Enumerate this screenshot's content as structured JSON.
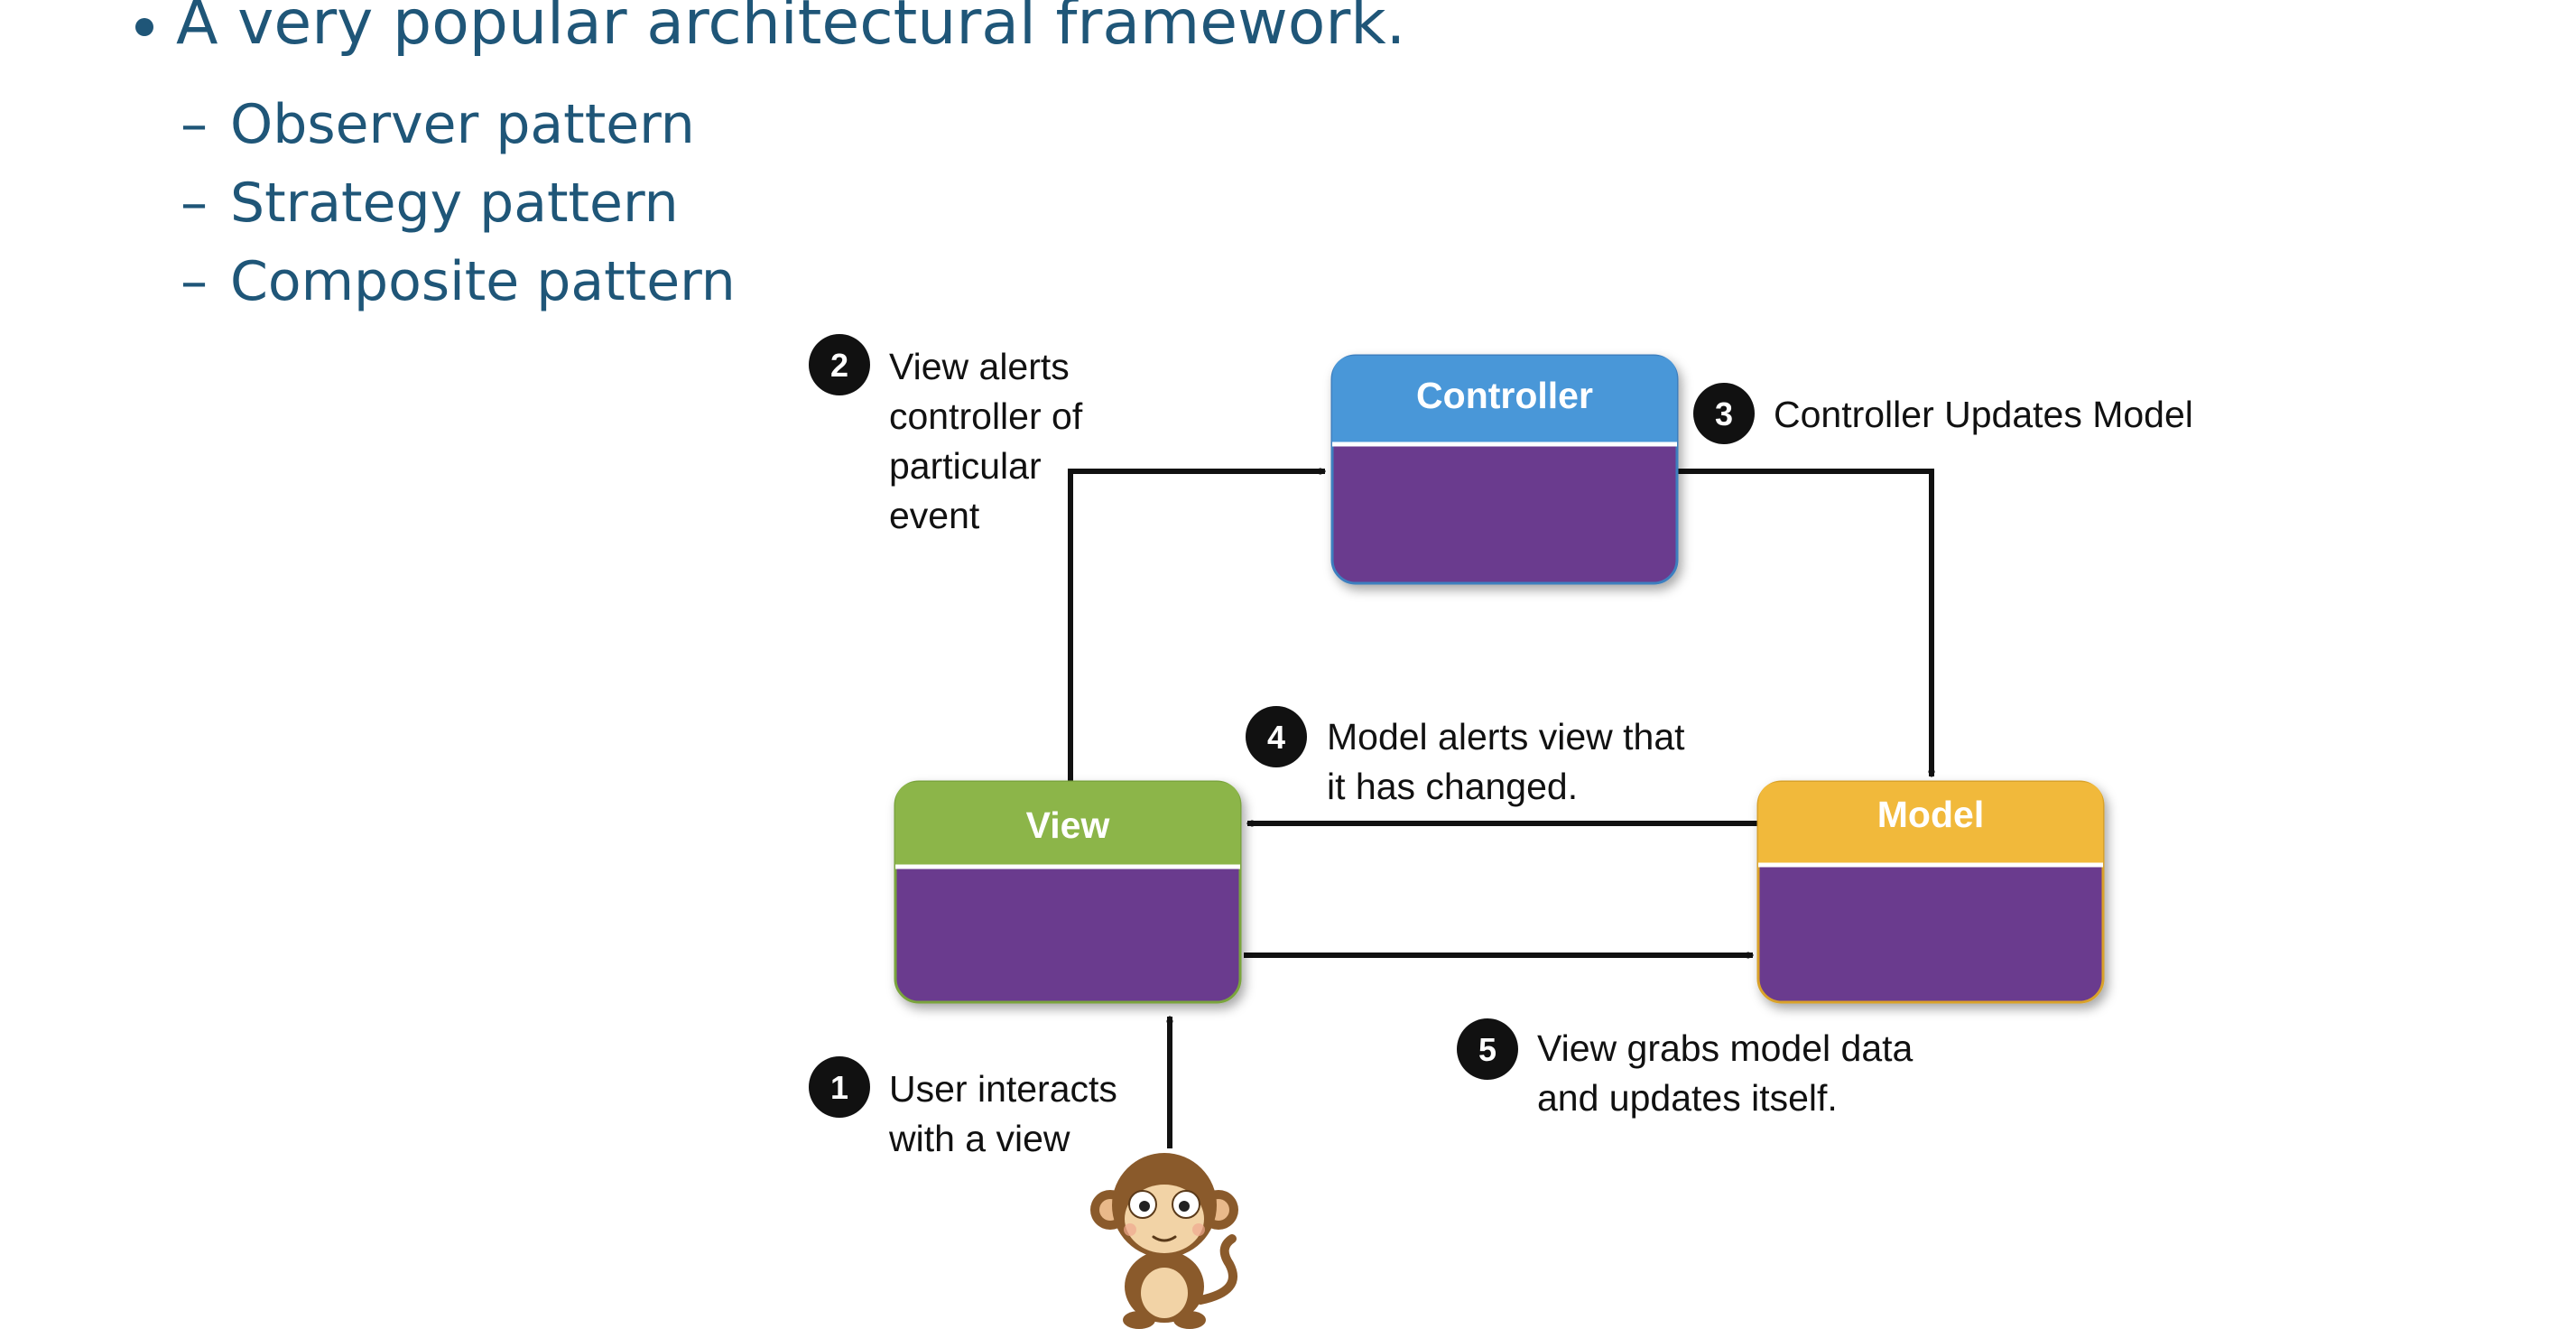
{
  "slide": {
    "bullet": "A very popular architectural framework.",
    "sub_bullets": [
      "Observer pattern",
      "Strategy pattern",
      "Composite pattern"
    ]
  },
  "diagram": {
    "boxes": {
      "controller": {
        "title": "Controller",
        "header_color": "#4a97d8",
        "body_color": "#6b3a8e"
      },
      "view": {
        "title": "View",
        "header_color": "#8cb54a",
        "body_color": "#6b3a8e"
      },
      "model": {
        "title": "Model",
        "header_color": "#f1b93a",
        "body_color": "#6b3a8e"
      }
    },
    "steps": [
      {
        "number": "1",
        "lines": [
          "User interacts",
          "with a view"
        ]
      },
      {
        "number": "2",
        "lines": [
          "View alerts",
          "controller of",
          "particular",
          "event"
        ]
      },
      {
        "number": "3",
        "lines": [
          "Controller Updates Model"
        ]
      },
      {
        "number": "4",
        "lines": [
          "Model alerts view that",
          "it has changed."
        ]
      },
      {
        "number": "5",
        "lines": [
          "View grabs model data",
          "and updates itself."
        ]
      }
    ]
  }
}
